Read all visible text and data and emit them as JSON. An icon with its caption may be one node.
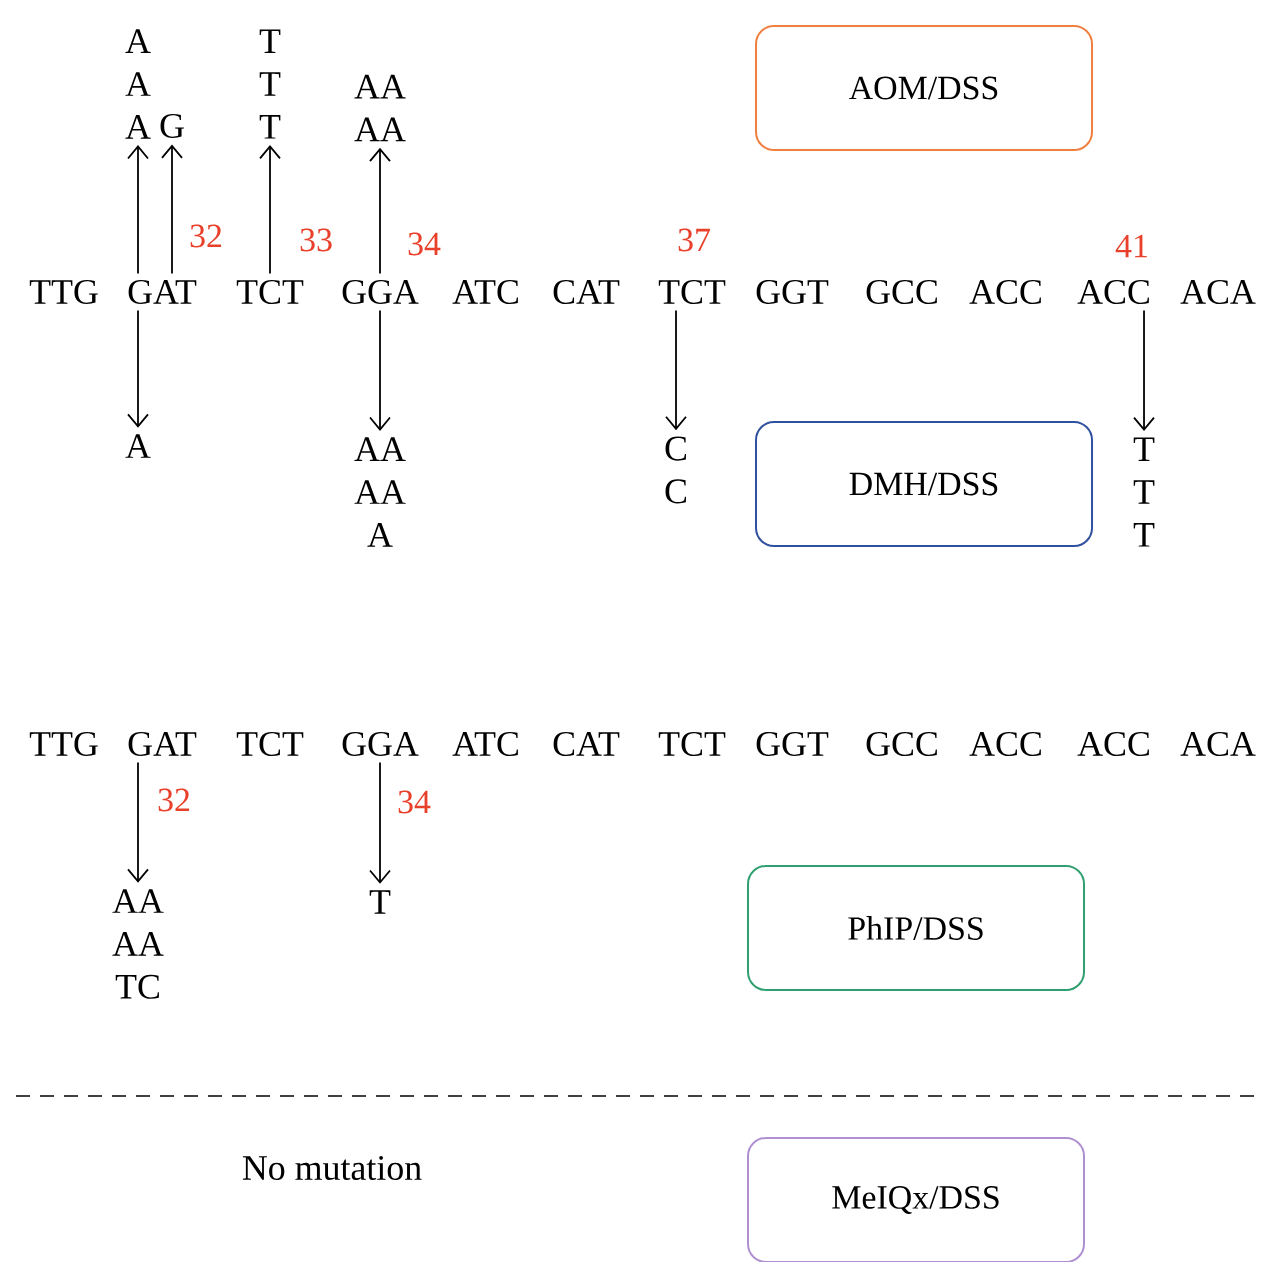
{
  "diagram": {
    "nodes": [
      {
        "text": [
          "AOM/DSS"
        ]
      },
      {
        "text": [
          "A",
          "A",
          "A"
        ]
      },
      {
        "text": [
          "G"
        ]
      },
      {
        "text": [
          "T",
          "T",
          "T"
        ]
      },
      {
        "text": [
          "AA",
          "AA"
        ]
      },
      {
        "text": [
          "TTG"
        ]
      },
      {
        "text": [
          "GAT"
        ]
      },
      {
        "text": [
          "TCT"
        ]
      },
      {
        "text": [
          "GGA"
        ]
      },
      {
        "text": [
          "ATC"
        ]
      },
      {
        "text": [
          "CAT"
        ]
      },
      {
        "text": [
          "TCT"
        ]
      },
      {
        "text": [
          "GGT"
        ]
      },
      {
        "text": [
          "GCC"
        ]
      },
      {
        "text": [
          "ACC"
        ]
      },
      {
        "text": [
          "ACC"
        ]
      },
      {
        "text": [
          "ACA"
        ]
      },
      {
        "text": [
          "A"
        ]
      },
      {
        "text": [
          "AA",
          "AA",
          "A"
        ]
      },
      {
        "text": [
          "C",
          "C"
        ]
      },
      {
        "text": [
          "DMH/DSS"
        ]
      },
      {
        "text": [
          "T",
          "T",
          "T"
        ]
      },
      {
        "text": [
          "TTG"
        ]
      },
      {
        "text": [
          "GAT"
        ]
      },
      {
        "text": [
          "TCT"
        ]
      },
      {
        "text": [
          "GGA"
        ]
      },
      {
        "text": [
          "ATC"
        ]
      },
      {
        "text": [
          "CAT"
        ]
      },
      {
        "text": [
          "TCT"
        ]
      },
      {
        "text": [
          "GGT"
        ]
      },
      {
        "text": [
          "GCC"
        ]
      },
      {
        "text": [
          "ACC"
        ]
      },
      {
        "text": [
          "ACC"
        ]
      },
      {
        "text": [
          "ACA"
        ]
      },
      {
        "text": [
          "AA",
          "AA",
          "TC"
        ]
      },
      {
        "text": [
          "T"
        ]
      },
      {
        "text": [
          "PhIP/DSS"
        ]
      },
      {
        "text": [
          "MeIQx/DSS"
        ]
      }
    ],
    "edges": [
      {
        "from": 6,
        "to": 1,
        "arrow": "to"
      },
      {
        "from": 6,
        "to": 2,
        "arrow": "to",
        "label": "32"
      },
      {
        "from": 7,
        "to": 3,
        "arrow": "to",
        "label": "33"
      },
      {
        "from": 8,
        "to": 4,
        "arrow": "to",
        "label": "34"
      },
      {
        "from": 6,
        "to": 17,
        "arrow": "to"
      },
      {
        "from": 8,
        "to": 18,
        "arrow": "to"
      },
      {
        "from": 11,
        "to": 19,
        "arrow": "to",
        "label": "37"
      },
      {
        "from": 15,
        "to": 21,
        "arrow": "to",
        "label": "41"
      },
      {
        "from": 23,
        "to": 34,
        "arrow": "to",
        "label": "32"
      },
      {
        "from": 25,
        "to": 35,
        "arrow": "to",
        "label": "34"
      }
    ],
    "labels": [
      "No mutation"
    ]
  }
}
